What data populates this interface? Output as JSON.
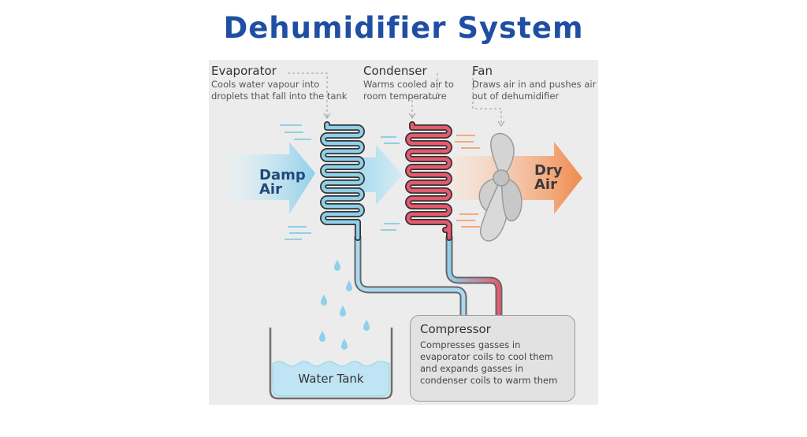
{
  "title": "Dehumidifier  System",
  "evaporator": {
    "title": "Evaporator",
    "description": "Cools water vapour into droplets that fall into the tank"
  },
  "condenser": {
    "title": "Condenser",
    "description": "Warms cooled air to room temperature"
  },
  "fan": {
    "title": "Fan",
    "description": "Draws air in and pushes air out of dehumidifier"
  },
  "compressor": {
    "title": "Compressor",
    "description": "Compresses gasses in evaporator coils to cool them and expands gasses in condenser coils to warm them"
  },
  "water_tank": {
    "label": "Water Tank"
  },
  "damp_air": {
    "line1": "Damp",
    "line2": "Air"
  },
  "dry_air": {
    "line1": "Dry",
    "line2": "Air"
  },
  "colors": {
    "title": "#1f4fa3",
    "evaporator_coil": "#8fd0ea",
    "condenser_coil": "#e65a6e",
    "damp_air_arrow": "#9bd3ec",
    "dry_air_arrow": "#f0955a",
    "water": "#bfe4f3",
    "panel_background": "#ececec"
  }
}
